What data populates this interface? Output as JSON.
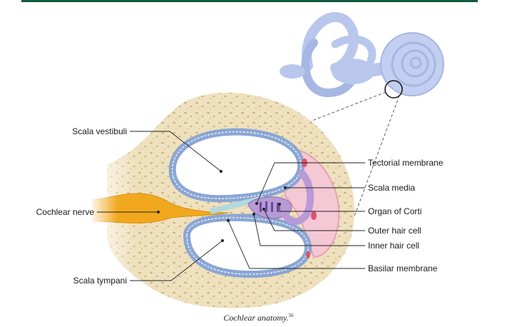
{
  "labels": {
    "scala_vestibuli": "Scala vestibuli",
    "cochlear_nerve": "Cochlear nerve",
    "scala_tympani": "Scala tympani",
    "tectorial_membrane": "Tectorial membrane",
    "scala_media": "Scala media",
    "organ_of_corti": "Organ of Corti",
    "outer_hair_cell": "Outer hair cell",
    "inner_hair_cell": "Inner hair cell",
    "basilar_membrane": "Basilar membrane"
  },
  "caption": {
    "text": "Cochlear anatomy.",
    "ref": "56"
  },
  "colors": {
    "bone": "#efe1bd",
    "bone_spots": "#c9b48a",
    "nerve": "#f2a81e",
    "scala_wall": "#8aa6d4",
    "scala_media": "#f4c8d4",
    "organ": "#b79ad6",
    "inner_ear": "#b9c7ec",
    "accent_line": "#0f5a3c"
  }
}
